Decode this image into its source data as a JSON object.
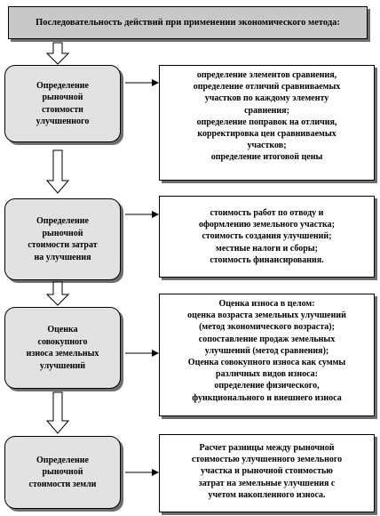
{
  "title": "Последовательность  действий при применении экономического метода:",
  "steps": [
    {
      "label": "Определение\nрыночной\nстоимости\nулучшенного",
      "details": [
        "определение элементов сравнения,",
        "определение отличий  сравниваемых",
        "участков по каждому элементу",
        "сравнения;",
        "определение поправок на отличия,",
        "корректировка цен сравниваемых",
        "участков;",
        "определение итоговой цены"
      ]
    },
    {
      "label": "Определение\nрыночной\nстоимости затрат\nна улучшения",
      "details": [
        "стоимость работ по отводу и",
        "оформлению земельного участка;",
        "стоимость создания улучшений;",
        "местные налоги и сборы;",
        "стоимость финансирования."
      ]
    },
    {
      "label": "Оценка\nсовокупного\nизноса земельных\nулучшений",
      "details": [
        "Оценка износа в целом:",
        "оценка возраста земельных  улучшений",
        "(метод экономического возраста);",
        "сопоставление продаж земельных",
        "улучшений (метод сравнения);",
        "Оценка  совокупного износа как суммы",
        "различных видов износа:",
        "определение физического,",
        "функционального и внешнего износа"
      ]
    },
    {
      "label": "Определение\nрыночной\nстоимости земли",
      "details": [
        "Расчет разницы между рыночной",
        "стоимостью улучшенного земельного",
        "участка и рыночной стоимостью",
        "затрат на земельные улучшения с",
        "учетом накопленного износа."
      ]
    }
  ]
}
